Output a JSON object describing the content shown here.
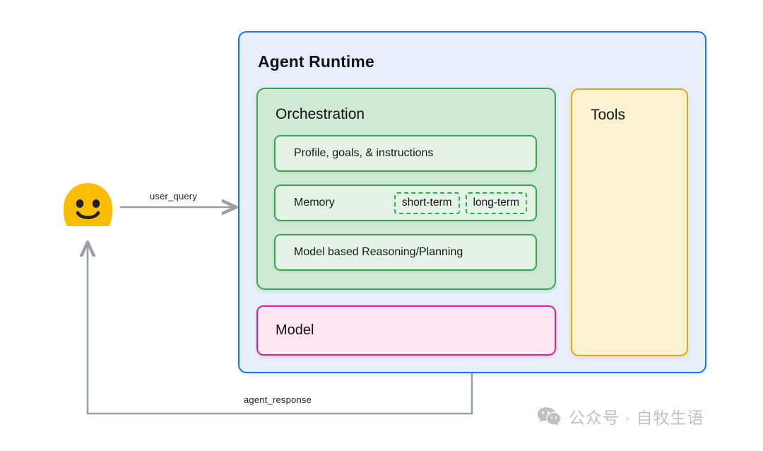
{
  "diagram": {
    "runtime": {
      "title": "Agent Runtime",
      "border_color": "#1a73e8",
      "fill_color": "#e8eefc"
    },
    "orchestration": {
      "title": "Orchestration",
      "border_color": "#34a853",
      "fill_color": "#cfe9d4",
      "rows": [
        {
          "label": "Profile, goals, & instructions",
          "badges": []
        },
        {
          "label": "Memory",
          "badges": [
            "short-term",
            "long-term"
          ]
        },
        {
          "label": "Model based Reasoning/Planning",
          "badges": []
        }
      ]
    },
    "model": {
      "title": "Model",
      "border_color": "#e91e8c",
      "fill_color": "#fde5f2"
    },
    "tools": {
      "title": "Tools",
      "border_color": "#f5a302",
      "fill_color": "#fdf2d2"
    },
    "user": {
      "icon": "smiling-blob-avatar-icon",
      "color": "#fbbc04"
    },
    "flows": [
      {
        "label": "user_query",
        "direction": "user-to-runtime"
      },
      {
        "label": "agent_response",
        "direction": "runtime-to-user"
      }
    ],
    "arrow_color": "#9aa0a6"
  },
  "watermark": {
    "icon": "wechat-icon",
    "text": "公众号 · 自牧生语",
    "color": "#b9bcc0"
  }
}
